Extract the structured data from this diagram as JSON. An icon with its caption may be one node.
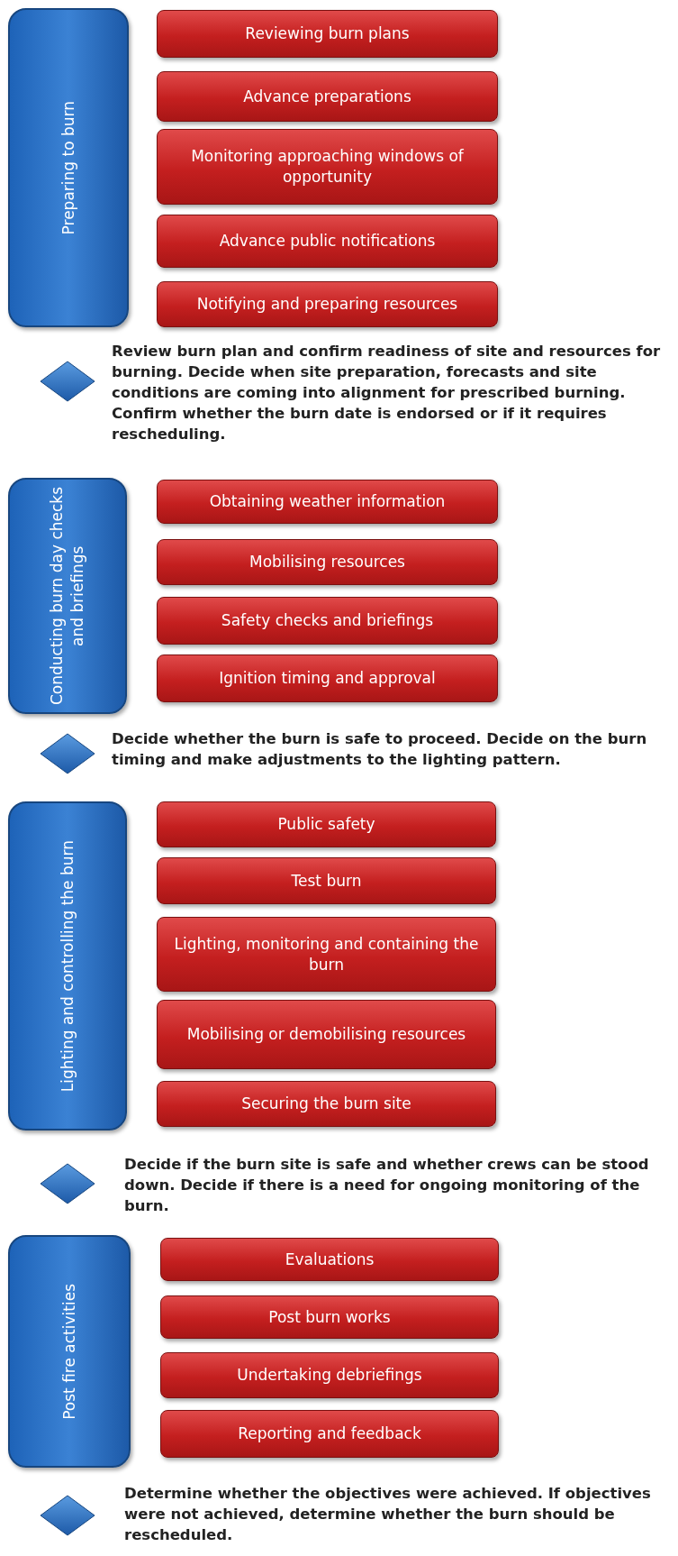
{
  "diagram": {
    "nodes": [
      {
        "text": [
          "Preparing to burn"
        ]
      },
      {
        "text": [
          "Reviewing burn plans"
        ]
      },
      {
        "text": [
          "Advance preparations"
        ]
      },
      {
        "text": [
          "Monitoring approaching windows of opportunity"
        ]
      },
      {
        "text": [
          "Advance public notifications"
        ]
      },
      {
        "text": [
          "Notifying and preparing resources"
        ]
      },
      {
        "text": [],
        "shape": "diamond",
        "beside": [
          "Review burn plan and confirm readiness of site and resources for burning. Decide when site preparation, forecasts and site conditions are coming into alignment for prescribed burning. Confirm whether the burn date is endorsed or if it requires rescheduling."
        ]
      },
      {
        "text": [
          "Conducting burn day checks and briefings"
        ]
      },
      {
        "text": [
          "Obtaining weather information"
        ]
      },
      {
        "text": [
          "Mobilising resources"
        ]
      },
      {
        "text": [
          "Safety checks and briefings"
        ]
      },
      {
        "text": [
          "Ignition timing and approval"
        ]
      },
      {
        "text": [],
        "shape": "diamond",
        "beside": [
          "Decide whether the burn is safe to proceed. Decide on the burn timing and make adjustments to the lighting pattern."
        ]
      },
      {
        "text": [
          "Lighting and controlling the burn"
        ]
      },
      {
        "text": [
          "Public safety"
        ]
      },
      {
        "text": [
          "Test burn"
        ]
      },
      {
        "text": [
          "Lighting, monitoring and containing the burn"
        ]
      },
      {
        "text": [
          "Mobilising or demobilising resources"
        ]
      },
      {
        "text": [
          "Securing the burn site"
        ]
      },
      {
        "text": [],
        "shape": "diamond",
        "beside": [
          "Decide if the burn site is safe and whether crews can be stood down. Decide if there is a need for ongoing monitoring of the burn."
        ]
      },
      {
        "text": [
          "Post fire activities"
        ]
      },
      {
        "text": [
          "Evaluations"
        ]
      },
      {
        "text": [
          "Post burn works"
        ]
      },
      {
        "text": [
          "Undertaking debriefings"
        ]
      },
      {
        "text": [
          "Reporting and feedback"
        ]
      },
      {
        "text": [],
        "shape": "diamond",
        "beside": [
          "Determine whether the objectives were achieved. If objectives were not achieved, determine whether the burn should be rescheduled."
        ]
      }
    ]
  }
}
